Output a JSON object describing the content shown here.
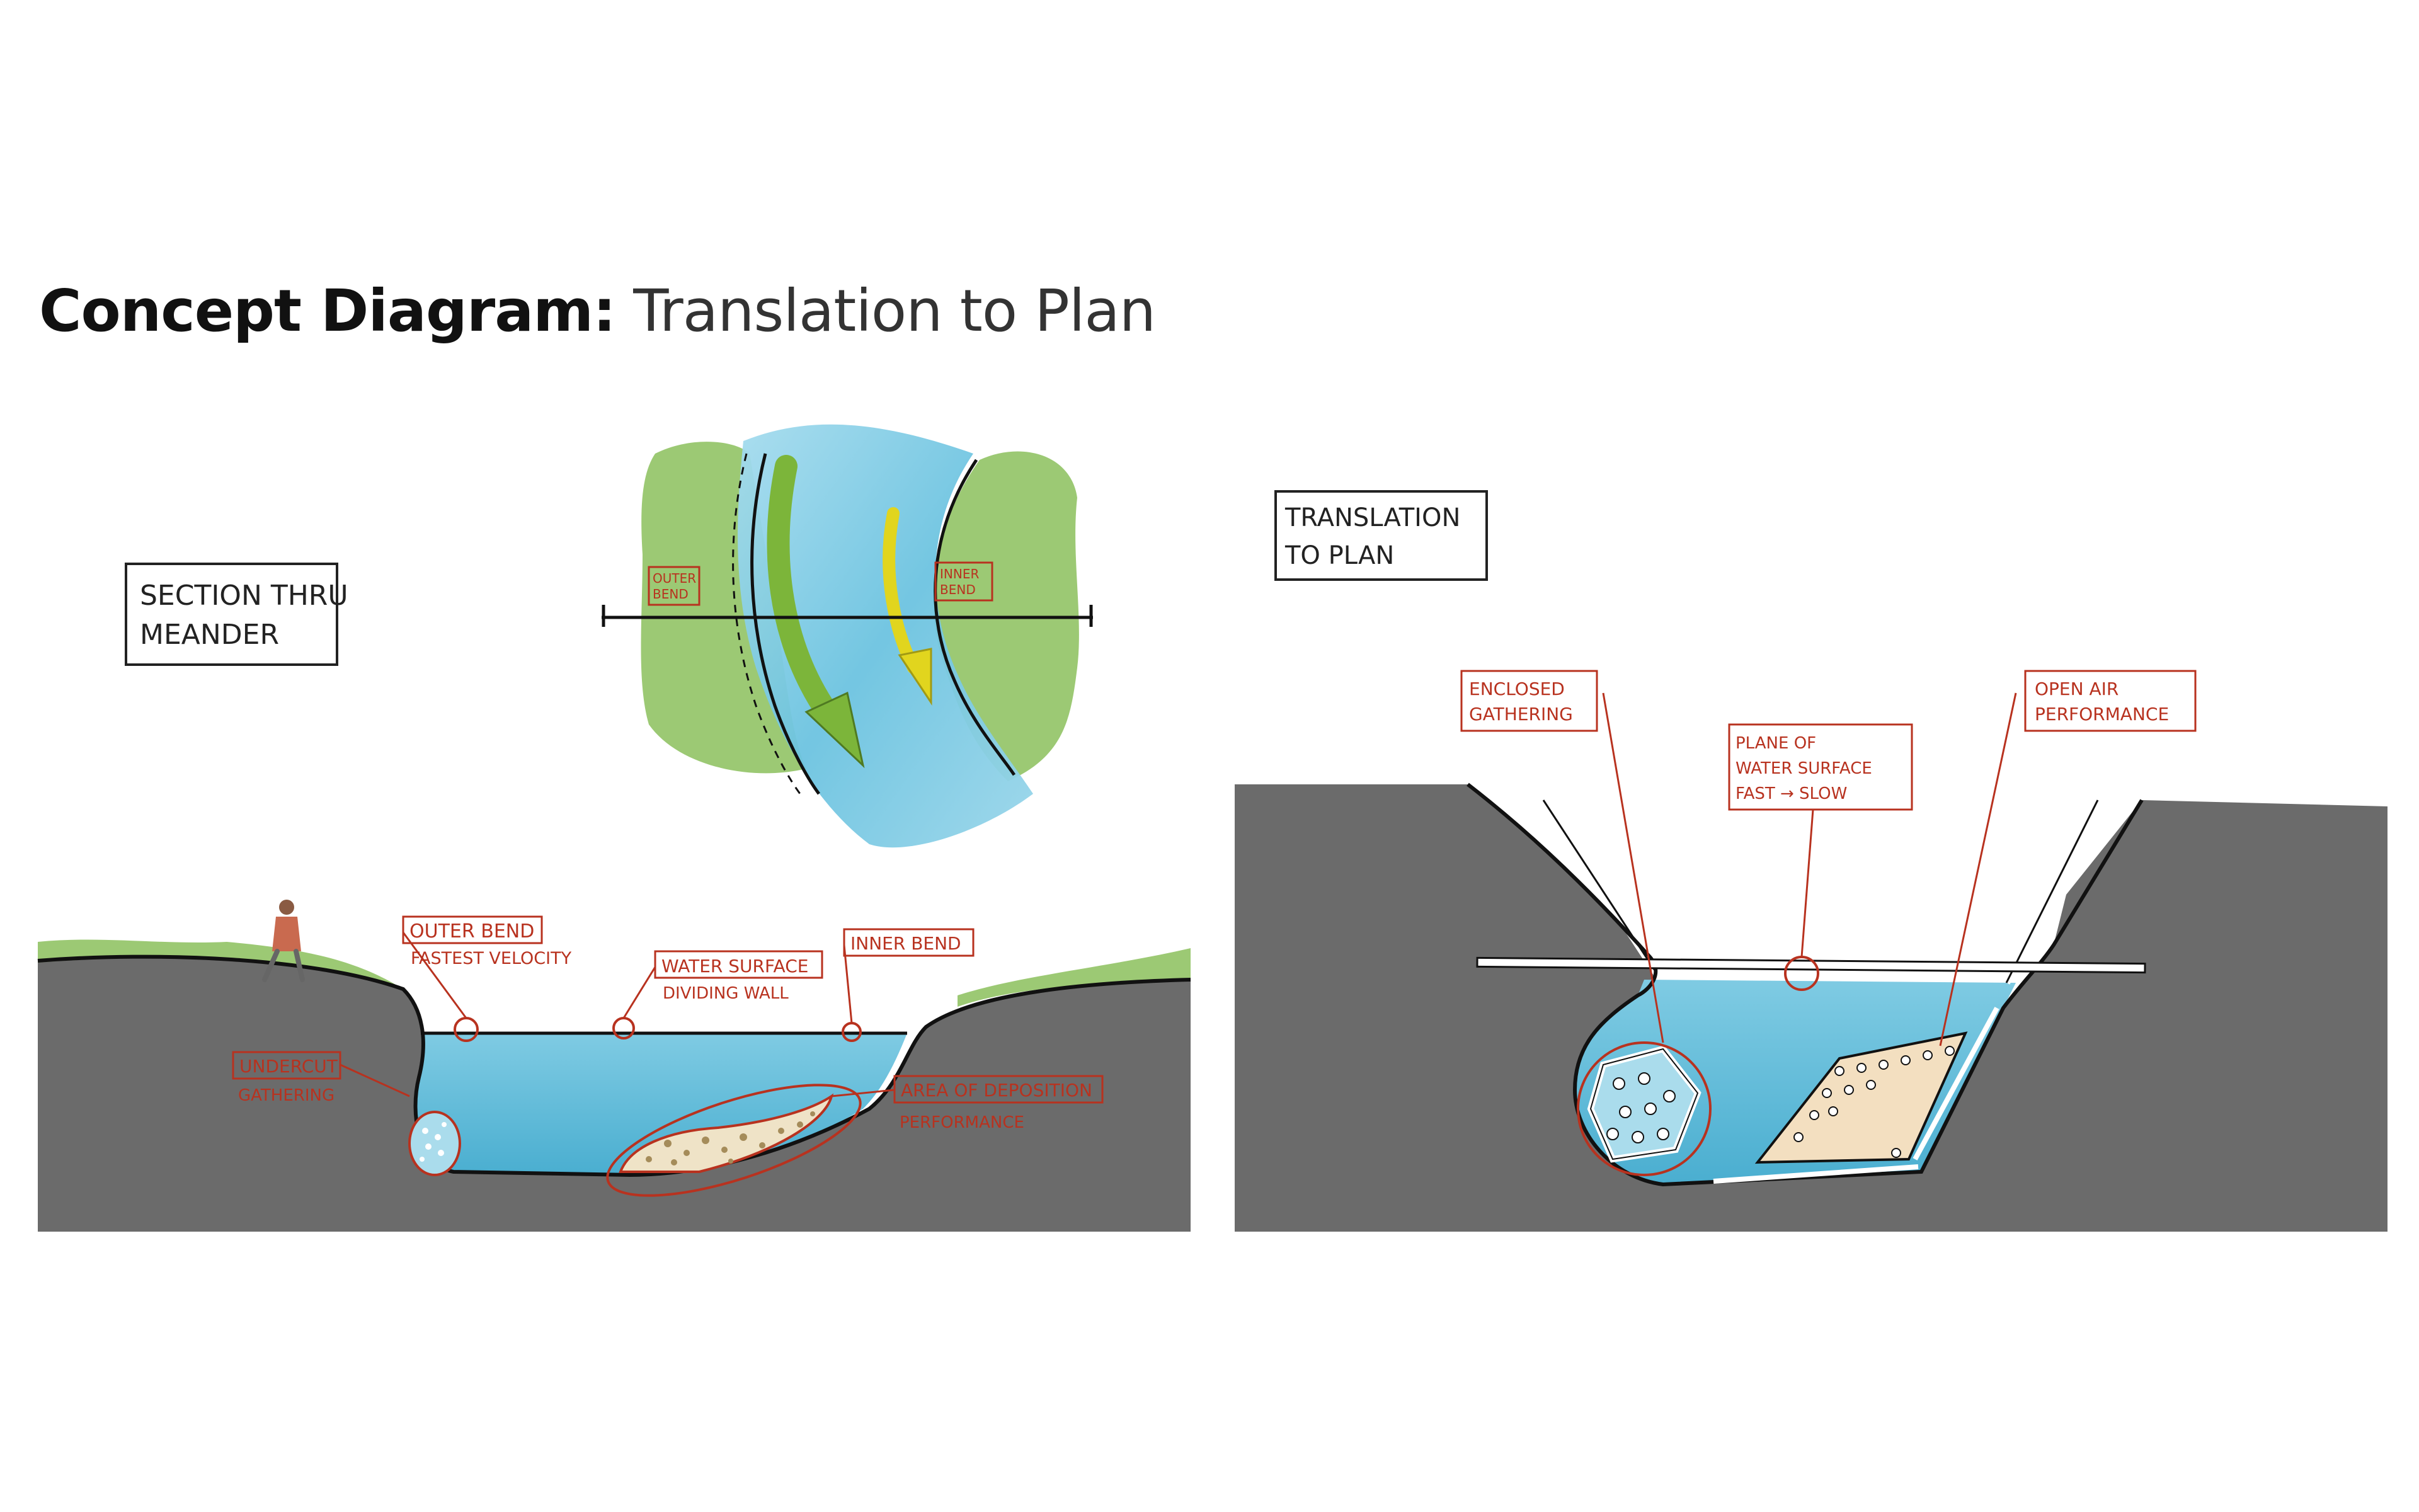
{
  "title": {
    "bold": "Concept Diagram:",
    "light": " Translation to Plan"
  },
  "left_panel": {
    "box_label_line1": "SECTION THRU",
    "box_label_line2": "MEANDER",
    "outer_bend_line1": "OUTER",
    "outer_bend_line2": "BEND",
    "inner_bend_line1": "INNER",
    "inner_bend_line2": "BEND",
    "callout_outer_bend": "OUTER BEND",
    "callout_outer_bend_sub": "FASTEST VELOCITY",
    "callout_water_surface": "WATER SURFACE",
    "callout_water_surface_sub": "DIVIDING WALL",
    "callout_inner_bend": "INNER BEND",
    "callout_undercut": "UNDERCUT",
    "callout_undercut_sub": "GATHERING",
    "callout_deposition": "AREA OF DEPOSITION",
    "callout_deposition_sub": "PERFORMANCE"
  },
  "right_panel": {
    "box_label_line1": "TRANSLATION",
    "box_label_line2": "TO PLAN",
    "callout_enclosed_line1": "ENCLOSED",
    "callout_enclosed_line2": "GATHERING",
    "callout_plane_line1": "PLANE OF",
    "callout_plane_line2": "WATER SURFACE",
    "callout_plane_line3": "FAST → SLOW",
    "callout_open_line1": "OPEN AIR",
    "callout_open_line2": "PERFORMANCE"
  },
  "colors": {
    "ground": "#6b6b6b",
    "water": "#63bcd8",
    "grass": "#8bbf5c",
    "annotation": "#b8321f",
    "arrow_green": "#7cb53a",
    "arrow_yellow": "#e1d51e",
    "stage": "#f3dfc0"
  }
}
